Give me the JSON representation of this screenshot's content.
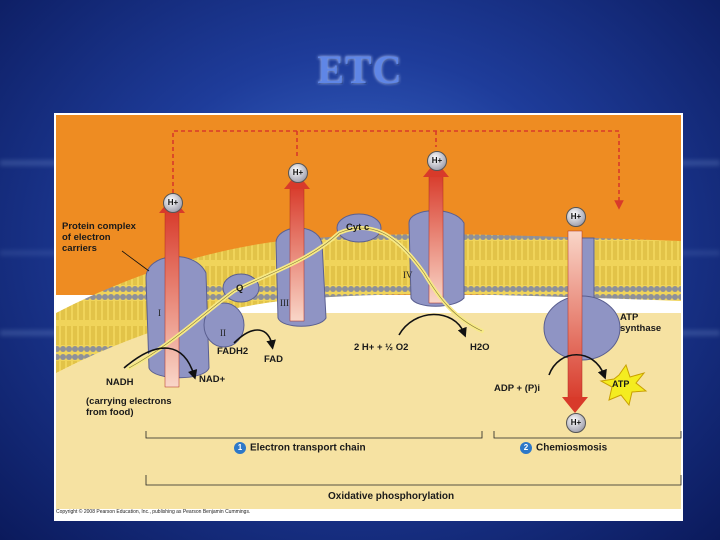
{
  "title": "ETC",
  "hplus": "H+",
  "labels": {
    "protein_complex": [
      "Protein complex",
      "of electron",
      "carriers"
    ],
    "cyt_c": "Cyt c",
    "q": "Q",
    "complex_i": "I",
    "complex_ii": "II",
    "complex_iii": "III",
    "complex_iv": "IV",
    "fadh2": "FADH2",
    "fad": "FAD",
    "nadh": "NADH",
    "nad_plus": "NAD+",
    "carrying_electrons": [
      "(carrying electrons",
      "from food)"
    ],
    "oxygen_eq": "2 H+ + ½ O2",
    "water": "H2O",
    "atp_synthase": [
      "ATP",
      "synthase"
    ],
    "adp_pi": "ADP + (P)i",
    "atp": "ATP",
    "stage1_num": "1",
    "stage1_label": "Electron transport chain",
    "stage2_num": "2",
    "stage2_label": "Chemiosmosis",
    "oxphos": "Oxidative phosphorylation",
    "copyright": "Copyright © 2008 Pearson Education, Inc., publishing as Pearson Benjamin Cummings."
  },
  "colors": {
    "intermembrane": "#ee8c22",
    "matrix": "#f6e2a2",
    "membrane_head": "#8e9099",
    "membrane_tail": "#e8c84a",
    "protein": "#8f94c4",
    "proton_arrow": "#d83a2a",
    "electron_path": "#f7ea86",
    "atp_star": "#f4ec20"
  }
}
